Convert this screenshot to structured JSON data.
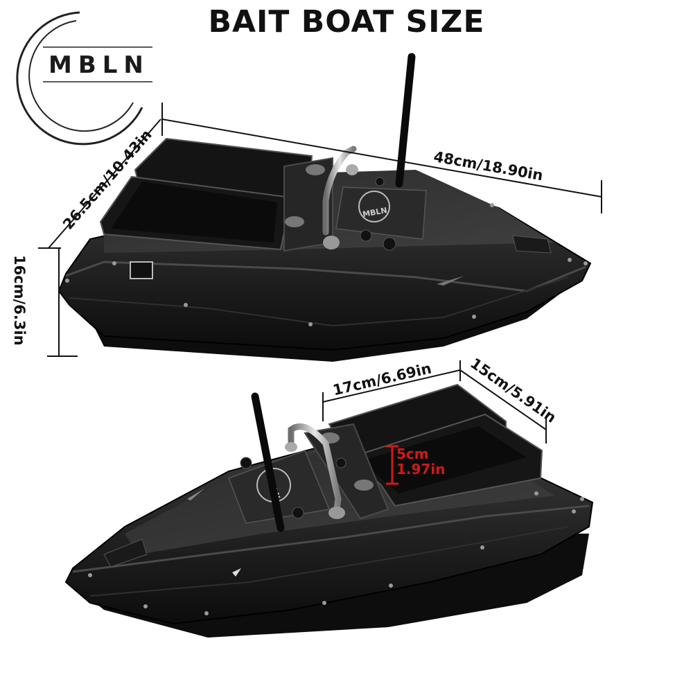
{
  "title": "BAIT BOAT SIZE",
  "logo": {
    "text": "MBLN"
  },
  "hull_logo": "MBLN",
  "dimensions": {
    "length": "48cm/18.90in",
    "width": "26.5cm/10.43in",
    "height": "16cm/6.3in",
    "hopper_length": "17cm/6.69in",
    "hopper_width": "15cm/5.91in",
    "hopper_depth_cm": "5cm",
    "hopper_depth_in": "1.97in"
  },
  "colors": {
    "hull": "#1e1e1e",
    "text": "#111111",
    "accent": "#d0191b",
    "chrome": "#b8b8b8"
  }
}
